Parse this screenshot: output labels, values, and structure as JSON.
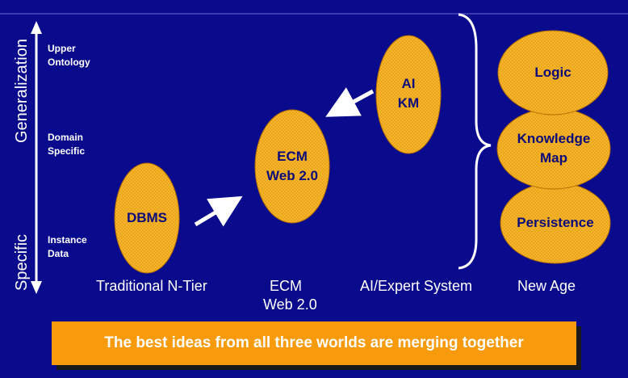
{
  "axis": {
    "top_label": "Generalization",
    "bottom_label": "Specific",
    "levels": [
      [
        "Upper",
        "Ontology"
      ],
      [
        "Domain",
        "Specific"
      ],
      [
        "Instance",
        "Data"
      ]
    ]
  },
  "bubbles": {
    "dbms": "DBMS",
    "ecm": [
      "ECM",
      "Web 2.0"
    ],
    "ai": [
      "AI",
      "KM"
    ],
    "logic": "Logic",
    "knowledge": [
      "Knowledge",
      "Map"
    ],
    "persistence": "Persistence"
  },
  "categories": {
    "traditional": "Traditional N-Tier",
    "ecm": [
      "ECM",
      "Web 2.0"
    ],
    "ai": "AI/Expert System",
    "new_age": "New Age"
  },
  "banner": "The best ideas from all three worlds are merging together",
  "colors": {
    "background": "#0a0a8c",
    "bubble_fill": "#f7b529",
    "bubble_text": "#0a0a7a",
    "banner": "#f79a0c",
    "text": "#ffffff"
  }
}
